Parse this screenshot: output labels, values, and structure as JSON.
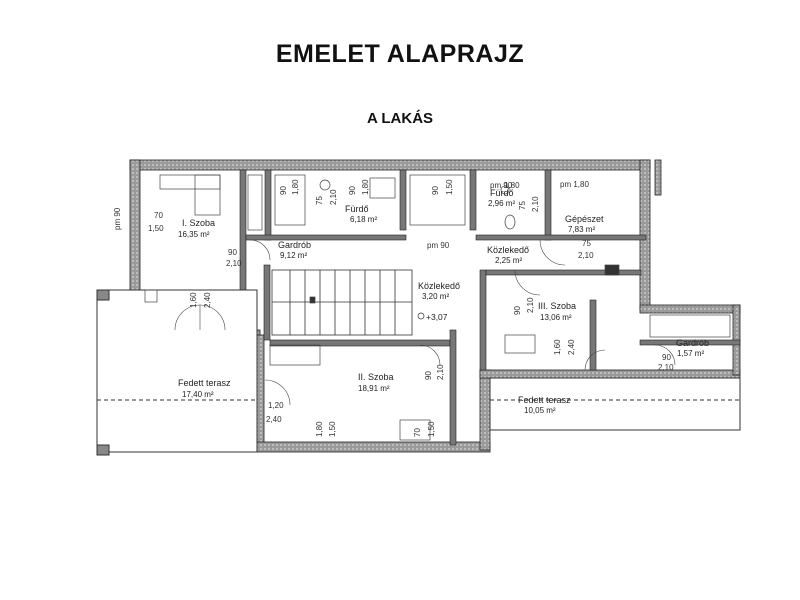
{
  "title": "EMELET ALAPRAJZ",
  "subtitle": "A LAKÁS",
  "rooms": [
    {
      "id": "szoba-1",
      "name": "I. Szoba",
      "area": "16,35 m²"
    },
    {
      "id": "furdo-1",
      "name": "Fürdő",
      "area": "6,18 m²"
    },
    {
      "id": "furdo-2",
      "name": "Fürdő",
      "area": "2,96 m²"
    },
    {
      "id": "gepeszet",
      "name": "Gépészet",
      "area": "7,83 m²"
    },
    {
      "id": "gardrob-1",
      "name": "Gardrób",
      "area": "9,12 m²"
    },
    {
      "id": "kozlekedo-1",
      "name": "Közlekedő",
      "area": "2,25 m²"
    },
    {
      "id": "kozlekedo-2",
      "name": "Közlekedő",
      "area": "3,20 m²"
    },
    {
      "id": "szoba-3",
      "name": "III. Szoba",
      "area": "13,06 m²"
    },
    {
      "id": "gardrob-2",
      "name": "Gardrób",
      "area": "1,57 m²"
    },
    {
      "id": "szoba-2",
      "name": "II. Szoba",
      "area": "18,91 m²"
    },
    {
      "id": "terasz-1",
      "name": "Fedett terasz",
      "area": "17,40 m²"
    },
    {
      "id": "terasz-2",
      "name": "Fedett terasz",
      "area": "10,05 m²"
    }
  ],
  "elevation": "+3,07",
  "dimensions": {
    "d70": "70",
    "d150": "1,50",
    "d90": "90",
    "d210": "2,10",
    "d160": "1,60",
    "d240": "2,40",
    "d75": "75",
    "d180": "1,80",
    "d120": "1,20",
    "pm90": "pm 90",
    "pm180": "pm 1,80"
  }
}
